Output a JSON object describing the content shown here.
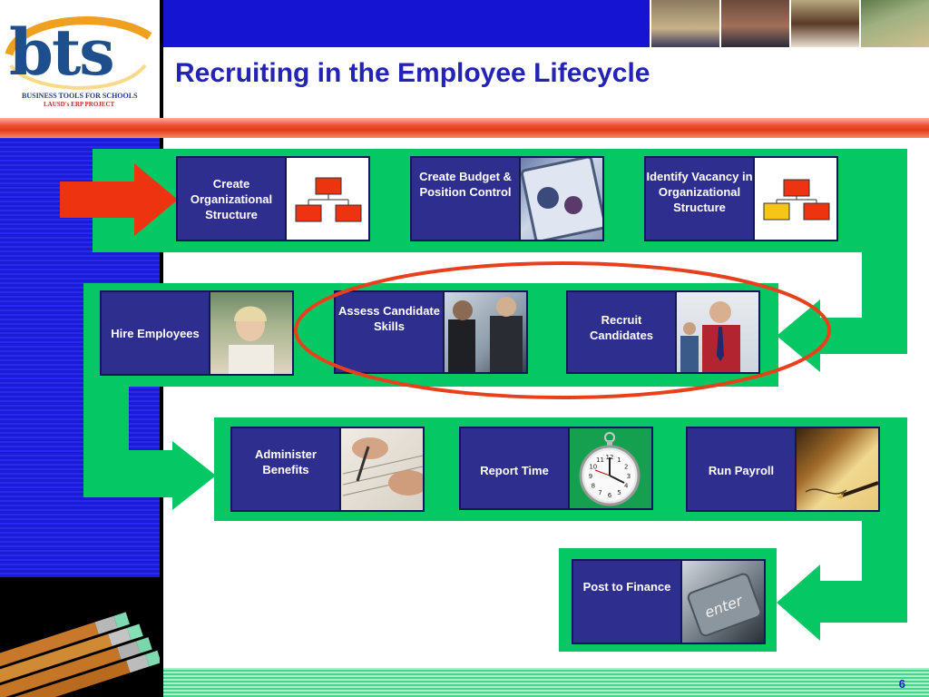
{
  "logo": {
    "mark": "bts",
    "line1": "BUSINESS TOOLS FOR SCHOOLS",
    "line2": "LAUSD's ERP PROJECT"
  },
  "title": "Recruiting in the Employee Lifecycle",
  "page_number": "6",
  "colors": {
    "flow_green": "#05c864",
    "box_navy": "#2e2e8f",
    "title_blue": "#2323b5",
    "arrow_red": "#ee3311",
    "highlight_ring": "#e8401c"
  },
  "steps": [
    {
      "label": "Create Organizational Structure",
      "picture": "org-chart-icon"
    },
    {
      "label": "Create Budget & Position Control",
      "picture": "monitor-photo"
    },
    {
      "label": "Identify Vacancy in Organizational Structure",
      "picture": "org-chart-vacancy-icon"
    },
    {
      "label": "Recruit Candidates",
      "picture": "candidates-photo"
    },
    {
      "label": "Assess Candidate Skills",
      "picture": "handshake-photo"
    },
    {
      "label": "Hire Employees",
      "picture": "teacher-photo"
    },
    {
      "label": "Administer Benefits",
      "picture": "signing-photo"
    },
    {
      "label": "Report Time",
      "picture": "stopwatch-icon"
    },
    {
      "label": "Run Payroll",
      "picture": "pen-check-photo"
    },
    {
      "label": "Post to Finance",
      "picture": "enter-key-photo"
    }
  ],
  "stopwatch": {
    "numbers": [
      "12",
      "1",
      "2",
      "3",
      "4",
      "5",
      "6",
      "7",
      "8",
      "9",
      "10",
      "11"
    ]
  },
  "keycap": "enter"
}
